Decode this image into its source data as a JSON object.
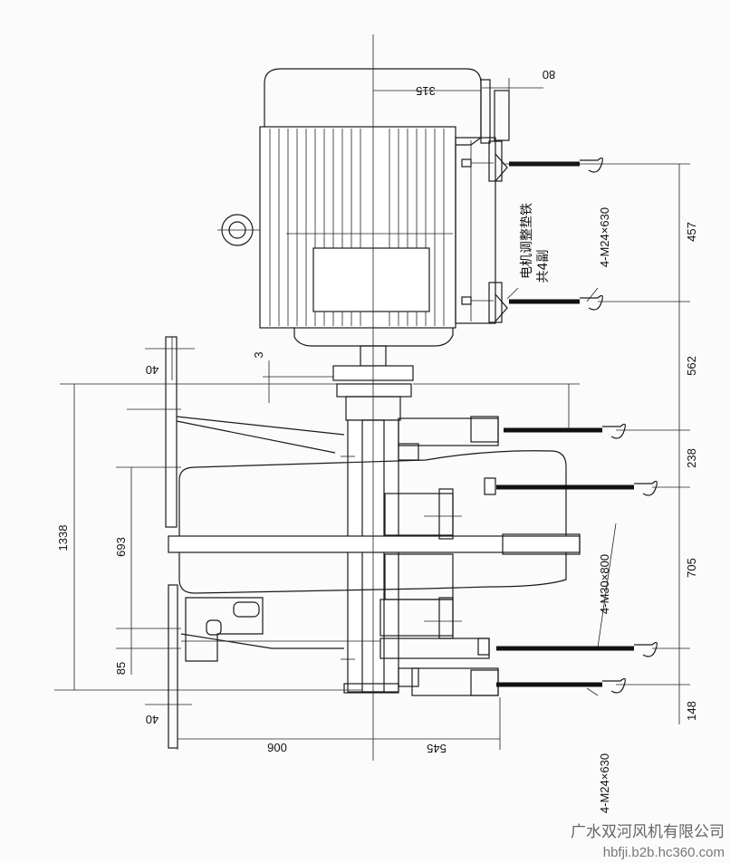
{
  "dimensions": {
    "d315": "315",
    "d80": "80",
    "d3": "3",
    "d40_top": "40",
    "d40_bottom": "40",
    "d1338": "1338",
    "d693": "693",
    "d85": "85",
    "d900": "900",
    "d545": "545",
    "d457": "457",
    "d562": "562",
    "d238": "238",
    "d705": "705",
    "d148": "148"
  },
  "labels": {
    "motor_shim_line1": "电机调整垫铁",
    "motor_shim_line2": "共4副",
    "bolt_motor": "4-M24×630",
    "bolt_base": "4-M30×800",
    "bolt_lower": "4-M24×630"
  },
  "watermark": {
    "company": "广水双河风机有限公司",
    "url": "hbfji.b2b.hc360.com"
  }
}
